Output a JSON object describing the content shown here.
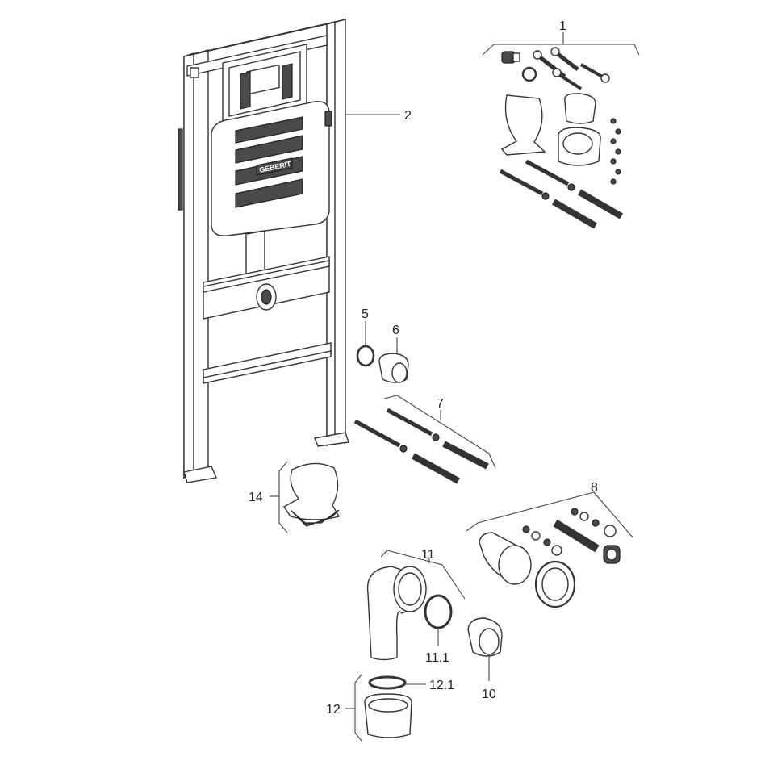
{
  "diagram": {
    "callouts": {
      "c1": "1",
      "c2": "2",
      "c5": "5",
      "c6": "6",
      "c7": "7",
      "c8": "8",
      "c10": "10",
      "c11": "11",
      "c11_1": "11.1",
      "c12": "12",
      "c12_1": "12.1",
      "c14": "14"
    },
    "brand_logo": "GEBERIT"
  },
  "colors": {
    "line": "#333333",
    "dark_part": "#4a4a4a",
    "background": "#ffffff"
  }
}
